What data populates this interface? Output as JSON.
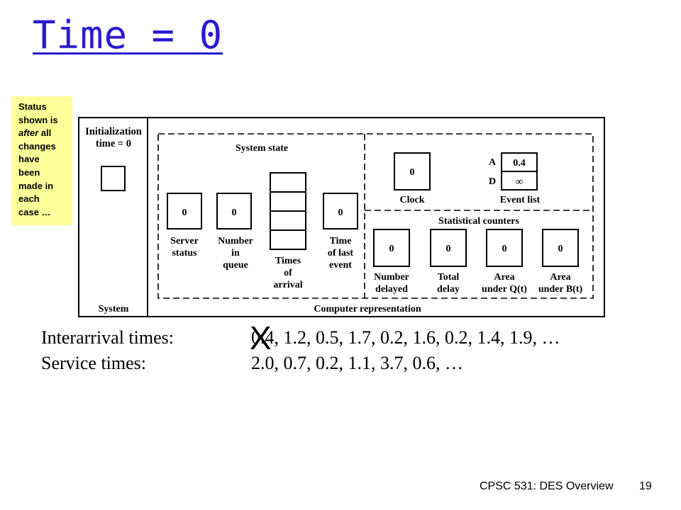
{
  "slide": {
    "title": "Time = 0",
    "footer_left": "CPSC 531: DES Overview",
    "page_number": "19"
  },
  "note": {
    "line1": "Status",
    "line2": "shown is",
    "line3_italic": "after",
    "line3_rest": " all",
    "line4": "changes",
    "line5": "have",
    "line6": "been",
    "line7": "made in",
    "line8": "each",
    "line9": "case …"
  },
  "diagram": {
    "init_line1": "Initialization",
    "init_line2": "time = 0",
    "system_label": "System",
    "system_state_label": "System state",
    "computer_rep_label": "Computer representation",
    "server_status": {
      "value": "0",
      "label1": "Server",
      "label2": "status"
    },
    "number_in_queue": {
      "value": "0",
      "label1": "Number",
      "label2": "in",
      "label3": "queue"
    },
    "times_of_arrival": {
      "label1": "Times",
      "label2": "of",
      "label3": "arrival"
    },
    "time_of_last_event": {
      "value": "0",
      "label1": "Time",
      "label2": "of last",
      "label3": "event"
    },
    "clock": {
      "value": "0",
      "label": "Clock"
    },
    "event_list": {
      "label": "Event list",
      "a_key": "A",
      "a_value": "0.4",
      "d_key": "D",
      "d_value": "∞"
    },
    "statistical_counters_label": "Statistical counters",
    "counters": [
      {
        "value": "0",
        "label1": "Number",
        "label2": "delayed"
      },
      {
        "value": "0",
        "label1": "Total",
        "label2": "delay"
      },
      {
        "value": "0",
        "label1": "Area",
        "label2": "under Q(t)"
      },
      {
        "value": "0",
        "label1": "Area",
        "label2": "under B(t)"
      }
    ]
  },
  "inputs": {
    "interarrival_label": "Interarrival times:",
    "interarrival_values": "0.4, 1.2, 0.5, 1.7, 0.2, 1.6, 0.2, 1.4, 1.9, …",
    "service_label": "Service times:",
    "service_values": "2.0, 0.7, 0.2, 1.1, 3.7, 0.6, …",
    "cross_mark": "X"
  }
}
